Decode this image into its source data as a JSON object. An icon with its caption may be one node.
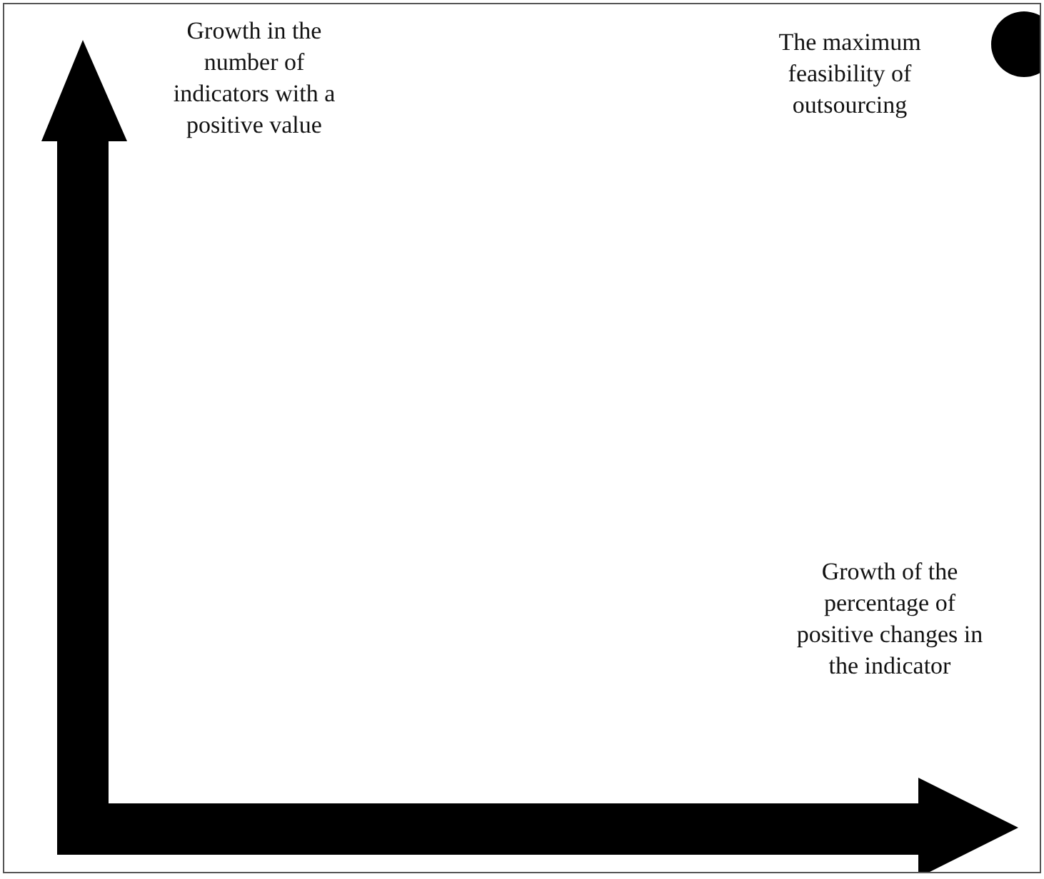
{
  "diagram": {
    "labels": [
      "Growth in the number of indicators with a positive value",
      "The maximum feasibility of outsourcing",
      "Growth of the percentage of positive changes in the indicator"
    ]
  }
}
